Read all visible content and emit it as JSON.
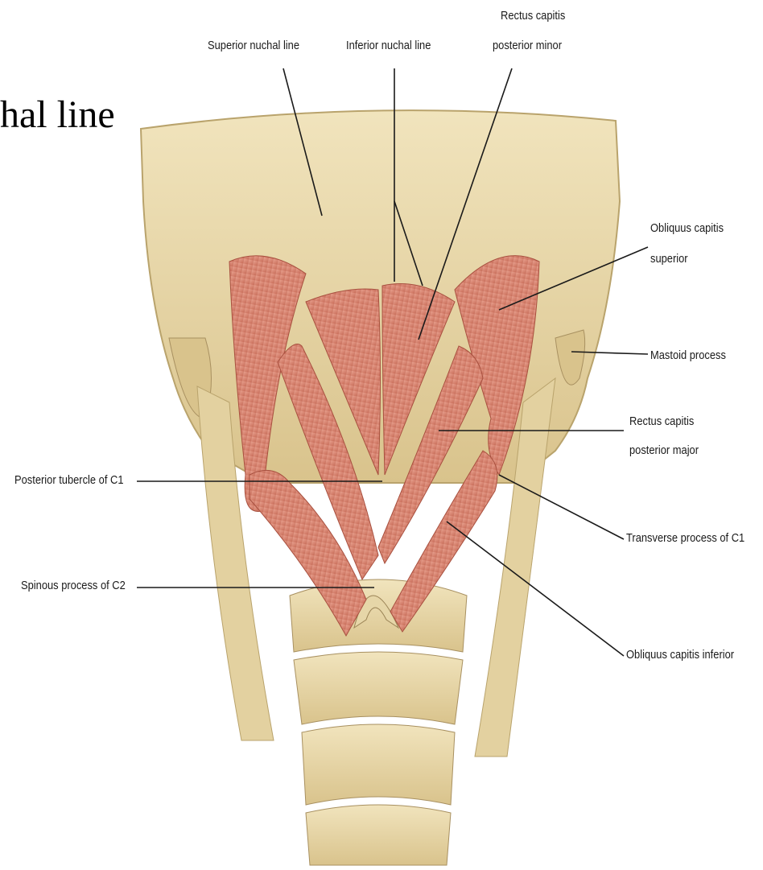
{
  "overlay_text": "hal line",
  "labels": {
    "superior_nuchal_line": "Superior nuchal line",
    "inferior_nuchal_line": "Inferior nuchal line",
    "rcp_minor_1": "Rectus capitis",
    "rcp_minor_2": "posterior minor",
    "obl_sup_1": "Obliquus capitis",
    "obl_sup_2": "superior",
    "mastoid": "Mastoid process",
    "rcp_major_1": "Rectus capitis",
    "rcp_major_2": "posterior major",
    "post_tubercle": "Posterior tubercle of C1",
    "transverse": "Transverse process of C1",
    "spinous": "Spinous process of C2",
    "obl_inf": "Obliquus capitis inferior"
  },
  "colors": {
    "bone": "#e6d6a8",
    "bone_shadow": "#b9a36c",
    "muscle": "#d98a78",
    "muscle_dark": "#b8604e",
    "leader": "#1a1a1a"
  }
}
